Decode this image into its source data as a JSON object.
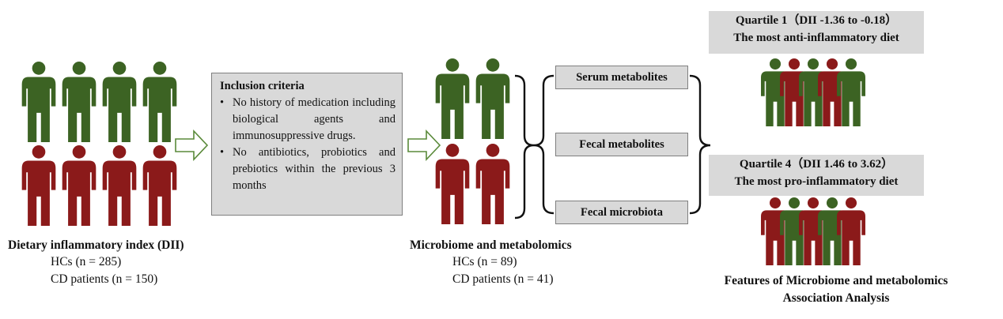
{
  "colors": {
    "green": "#3c6323",
    "red": "#8b1a1a",
    "box": "#d9d9d9",
    "arrow_outline": "#5a8a3a"
  },
  "left_group": {
    "title": "Dietary inflammatory index (DII)",
    "hc": "HCs (n = 285)",
    "cd": "CD patients (n = 150)"
  },
  "inclusion": {
    "title": "Inclusion criteria",
    "bullet_symbol": "•",
    "items": [
      "No history of medication including biological agents and immunosuppressive drugs.",
      "No antibiotics, probiotics and prebiotics within the previous 3 months"
    ]
  },
  "middle_group": {
    "title": "Microbiome and metabolomics",
    "hc": "HCs (n = 89)",
    "cd": "CD patients (n = 41)"
  },
  "categories": [
    "Serum metabolites",
    "Fecal metabolites",
    "Fecal microbiota"
  ],
  "quartiles": [
    {
      "line1": "Quartile 1（DII -1.36 to -0.18）",
      "line2": "The most anti-inflammatory diet"
    },
    {
      "line1": "Quartile 4（DII 1.46 to 3.62）",
      "line2": "The most pro-inflammatory diet"
    }
  ],
  "right_caption": {
    "line1": "Features  of Microbiome and metabolomics",
    "line2": "Association Analysis"
  }
}
